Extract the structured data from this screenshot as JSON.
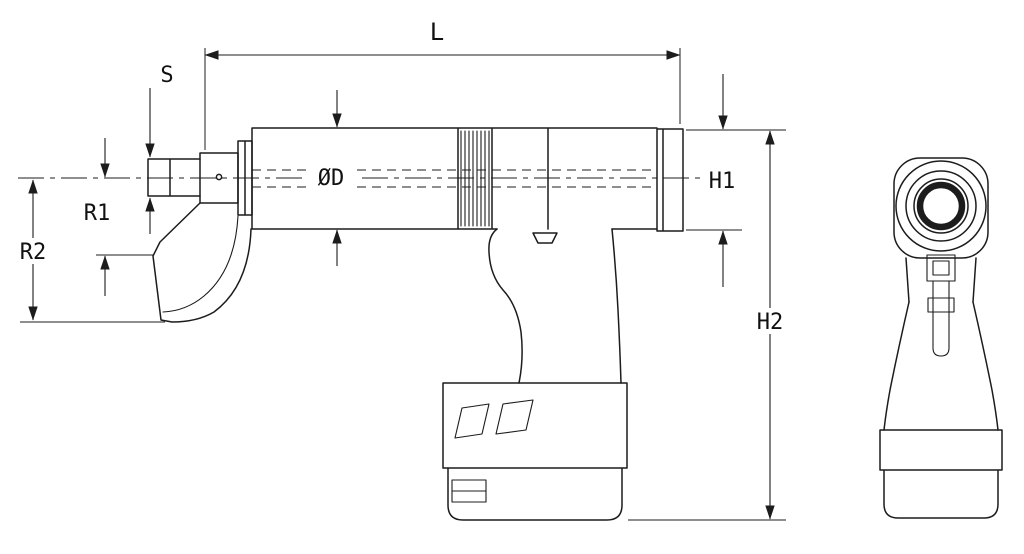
{
  "drawing": {
    "background_color": "#ffffff",
    "line_color": "#1c1c1c",
    "dimension_labels": {
      "length": "L",
      "square_drive": "S",
      "diameter": "ØD",
      "height_barrel": "H1",
      "height_overall": "H2",
      "radius_inner": "R1",
      "radius_outer": "R2"
    }
  }
}
